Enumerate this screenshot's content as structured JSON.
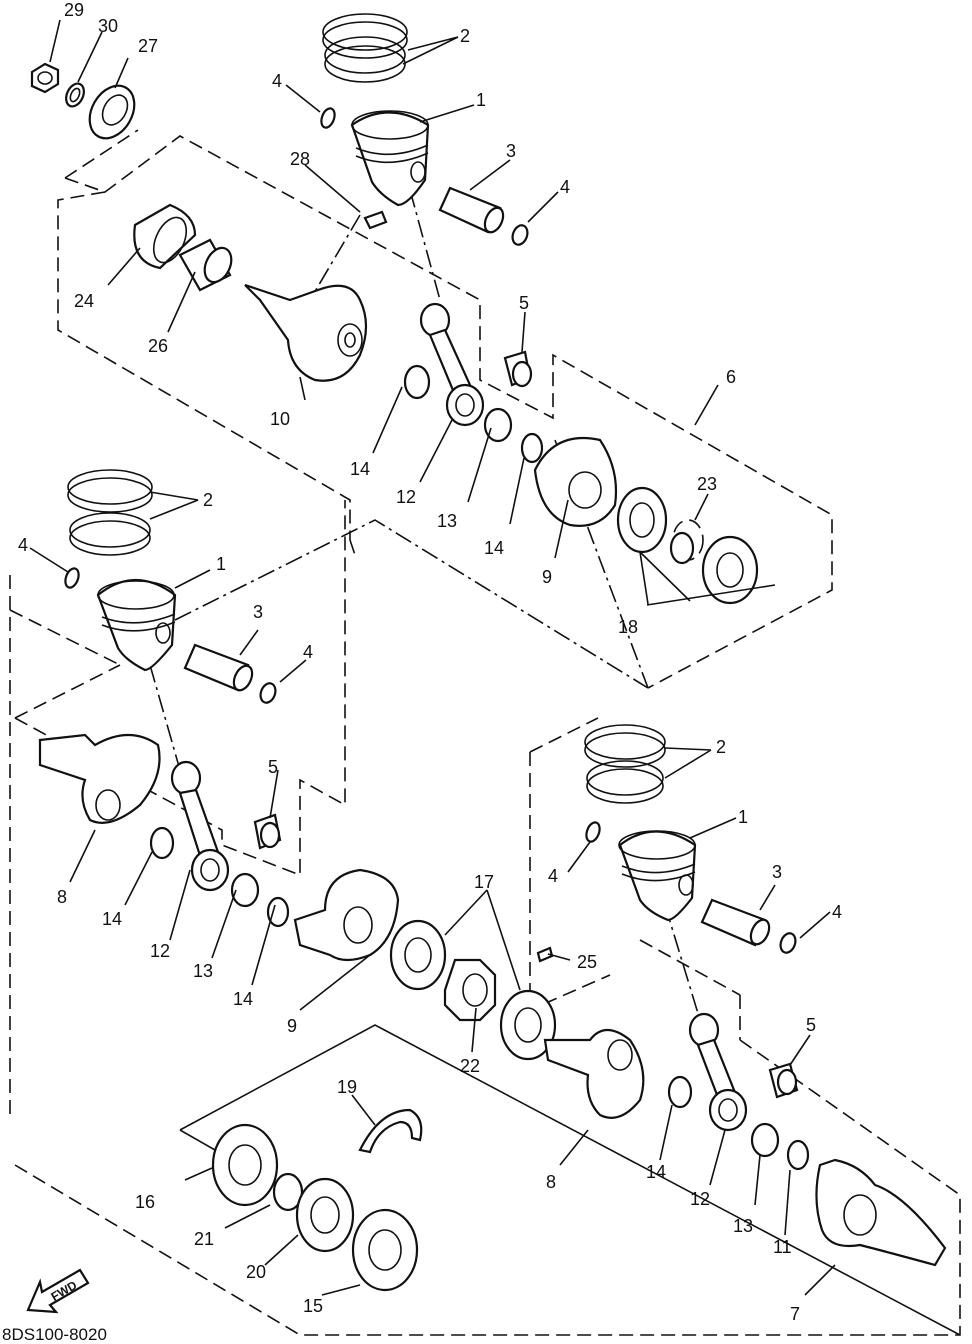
{
  "diagram_code": "8DS100-8020",
  "fwd_label": "FWD",
  "callouts": {
    "n29": "29",
    "n30": "30",
    "n27": "27",
    "n2a": "2",
    "n4a": "4",
    "n1a": "1",
    "n3a": "3",
    "n4b": "4",
    "n28": "28",
    "n24": "24",
    "n26": "26",
    "n5a": "5",
    "n6": "6",
    "n10": "10",
    "n14a": "14",
    "n12a": "12",
    "n13a": "13",
    "n14b": "14",
    "n23": "23",
    "n9a": "9",
    "n18": "18",
    "n2b": "2",
    "n4c": "4",
    "n1b": "1",
    "n3b": "3",
    "n4d": "4",
    "n5b": "5",
    "n8a": "8",
    "n14c": "14",
    "n12b": "12",
    "n13b": "13",
    "n14d": "14",
    "n9b": "9",
    "n17": "17",
    "n25": "25",
    "n22": "22",
    "n2c": "2",
    "n1c": "1",
    "n4e": "4",
    "n3c": "3",
    "n4f": "4",
    "n5c": "5",
    "n19": "19",
    "n16": "16",
    "n21": "21",
    "n20": "20",
    "n15": "15",
    "n8b": "8",
    "n14e": "14",
    "n12c": "12",
    "n13c": "13",
    "n11": "11",
    "n7": "7"
  }
}
